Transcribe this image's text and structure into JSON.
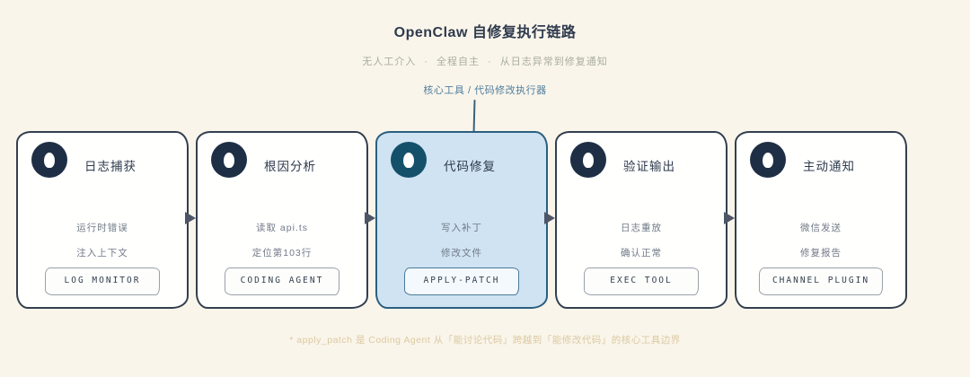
{
  "page": {
    "title": "OpenClaw 自修复执行链路",
    "subtitle": "无人工介入 · 全程自主 · 从日志异常到修复通知",
    "footnote": "* apply_patch 是 Coding Agent 从「能讨论代码」跨越到「能修改代码」的核心工具边界"
  },
  "callout": {
    "label": "核心工具 / 代码修改执行器",
    "points_to": "代码修复"
  },
  "flow": {
    "steps": [
      {
        "title": "日志捕获",
        "lines": [
          "运行时错误",
          "注入上下文"
        ],
        "badge": "LOG MONITOR",
        "highlighted": false
      },
      {
        "title": "根因分析",
        "lines": [
          "读取 api.ts",
          "定位第103行"
        ],
        "badge": "CODING AGENT",
        "highlighted": false
      },
      {
        "title": "代码修复",
        "lines": [
          "写入补丁",
          "修改文件"
        ],
        "badge": "APPLY-PATCH",
        "highlighted": true
      },
      {
        "title": "验证输出",
        "lines": [
          "日志重放",
          "确认正常"
        ],
        "badge": "EXEC TOOL",
        "highlighted": false
      },
      {
        "title": "主动通知",
        "lines": [
          "微信发送",
          "修复报告"
        ],
        "badge": "CHANNEL PLUGIN",
        "highlighted": false
      }
    ]
  },
  "colors": {
    "bg": "#FAF5EA",
    "title": "#2E3A4D",
    "subtitle": "#A8ADA2",
    "callout": "#4E7E9E",
    "callout-line": "#3E617A",
    "card-border": "#333F4F",
    "hl-bg": "#CFE3F2",
    "hl-border": "#2A5F80",
    "icon": "#1E2F45",
    "icon-hl": "#15506B",
    "step-title": "#2F3B4E",
    "body": "#707A86",
    "badge-border": "#9AA1A9",
    "badge-text": "#333F4F",
    "hl-badge-border": "#4A7A9A",
    "arrow": "#4D5666",
    "footnote": "#DBC9A2"
  }
}
